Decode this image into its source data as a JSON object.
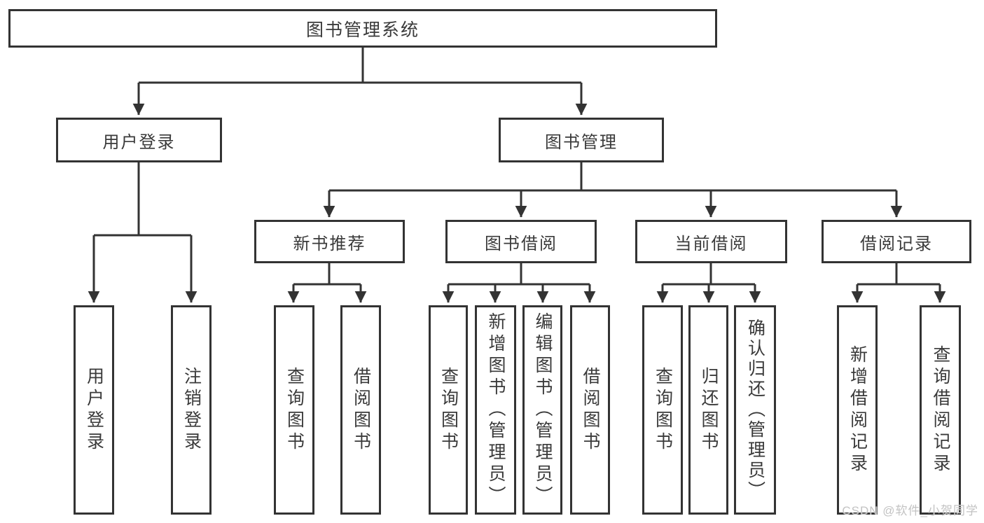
{
  "diagram": {
    "root": {
      "label": "图书管理系统"
    },
    "level2": [
      {
        "id": "user-login",
        "label": "用户登录"
      },
      {
        "id": "book-management",
        "label": "图书管理"
      }
    ],
    "level3": [
      {
        "id": "new-book-recommend",
        "label": "新书推荐"
      },
      {
        "id": "book-borrow",
        "label": "图书借阅"
      },
      {
        "id": "current-borrow",
        "label": "当前借阅"
      },
      {
        "id": "borrow-records",
        "label": "借阅记录"
      }
    ],
    "leaves": [
      {
        "group": "user-login",
        "label": "用户登录"
      },
      {
        "group": "user-login",
        "label": "注销登录"
      },
      {
        "group": "new-book-recommend",
        "label": "查询图书"
      },
      {
        "group": "new-book-recommend",
        "label": "借阅图书"
      },
      {
        "group": "book-borrow",
        "label": "查询图书"
      },
      {
        "group": "book-borrow",
        "label": "新增图书（管理员）"
      },
      {
        "group": "book-borrow",
        "label": "编辑图书（管理员）"
      },
      {
        "group": "book-borrow",
        "label": "借阅图书"
      },
      {
        "group": "current-borrow",
        "label": "查询图书"
      },
      {
        "group": "current-borrow",
        "label": "归还图书"
      },
      {
        "group": "current-borrow",
        "label": "确认归还（管理员）"
      },
      {
        "group": "borrow-records",
        "label": "新增借阅记录"
      },
      {
        "group": "borrow-records",
        "label": "查询借阅记录"
      }
    ]
  },
  "watermark": "CSDN @软件_小贺同学",
  "colors": {
    "line": "#333333",
    "border": "#333333",
    "text": "#3a3a3a",
    "watermark": "#c3c3c3",
    "background": "#ffffff"
  }
}
